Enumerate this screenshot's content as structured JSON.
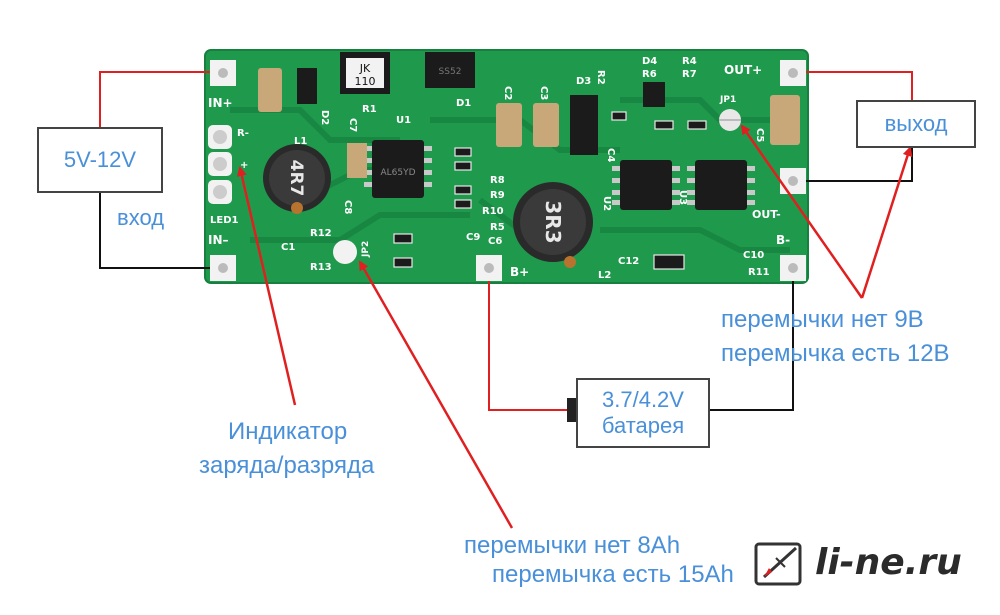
{
  "board": {
    "silk": {
      "in_plus": "IN+",
      "in_minus": "IN–",
      "out_plus": "OUT+",
      "out_minus": "OUT-",
      "b_plus": "B+",
      "b_minus": "B-",
      "led1": "LED1",
      "r_minus": "R-",
      "plus": "+",
      "jp1": "JP1",
      "jp2": "JP2",
      "l1": "L1",
      "l2": "L2",
      "u1": "U1",
      "u2": "U2",
      "u3": "U3",
      "d1": "D1",
      "d2": "D2",
      "d3": "D3",
      "d4": "D4",
      "r1": "R1",
      "r2": "R2",
      "r4": "R4",
      "r6": "R6",
      "r7": "R7",
      "r8": "R8",
      "r9": "R9",
      "r10": "R10",
      "r11": "R11",
      "r12": "R12",
      "r13": "R13",
      "c1": "C1",
      "c2": "C2",
      "c3": "C3",
      "c4": "C4",
      "c5": "C5",
      "c6": "C6",
      "c7": "C7",
      "c8": "C8",
      "c9": "C9",
      "c10": "C10",
      "c12": "C12",
      "r5": "R5",
      "jk_line1": "JK",
      "jk_line2": "110",
      "ss52": "SS52",
      "l1_marking": "4R7",
      "l2_marking": "3R3",
      "u1_marking": "AL65YD"
    }
  },
  "labels": {
    "input_voltage": "5V-12V",
    "input": "вход",
    "output": "выход",
    "battery_voltage": "3.7/4.2V",
    "battery": "батарея",
    "indicator_line1": "Индикатор",
    "indicator_line2": "заряда/разряда",
    "jp1_line1": "перемычки нет 9В",
    "jp1_line2": "перемычка есть 12В",
    "jp2_line1": "перемычки нет 8Ah",
    "jp2_line2": "перемычка есть 15Ah"
  },
  "logo": {
    "text": "li-ne.ru"
  },
  "colors": {
    "pcb": "#1f9a4d",
    "pcb_dark": "#0f6e33",
    "wire_red": "#e02020",
    "wire_black": "#111111",
    "label_blue": "#4a90d9"
  }
}
